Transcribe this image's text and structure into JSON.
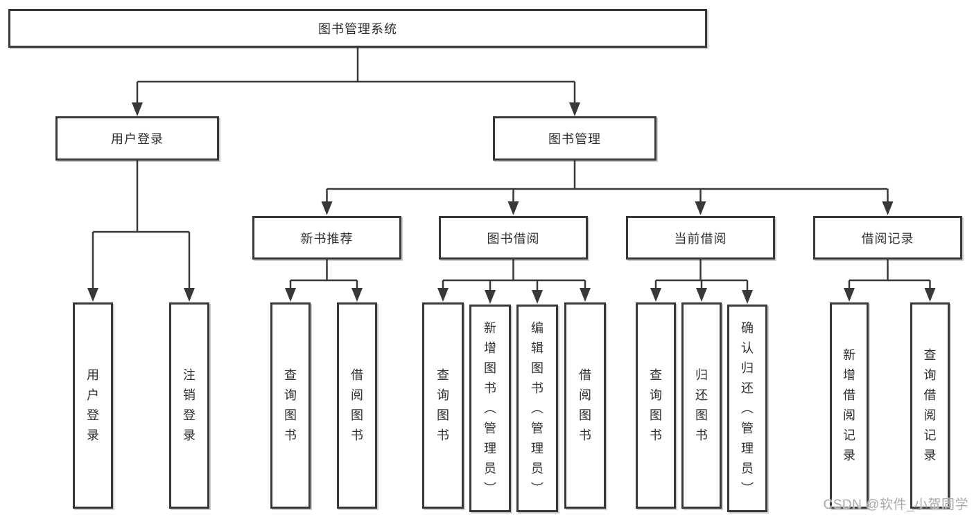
{
  "diagram": {
    "root": {
      "label": "图书管理系统"
    },
    "branches": [
      {
        "label": "用户登录",
        "children": [
          {
            "label": "用户登录"
          },
          {
            "label": "注销登录"
          }
        ]
      },
      {
        "label": "图书管理",
        "children": [
          {
            "label": "新书推荐",
            "children": [
              {
                "label": "查询图书"
              },
              {
                "label": "借阅图书"
              }
            ]
          },
          {
            "label": "图书借阅",
            "children": [
              {
                "label": "查询图书"
              },
              {
                "label": "新增图书（管理员）"
              },
              {
                "label": "编辑图书（管理员）"
              },
              {
                "label": "借阅图书"
              }
            ]
          },
          {
            "label": "当前借阅",
            "children": [
              {
                "label": "查询图书"
              },
              {
                "label": "归还图书"
              },
              {
                "label": "确认归还（管理员）"
              }
            ]
          },
          {
            "label": "借阅记录",
            "children": [
              {
                "label": "新增借阅记录"
              },
              {
                "label": "查询借阅记录"
              }
            ]
          }
        ]
      }
    ]
  },
  "watermark": {
    "text": "CSDN @软件_小贺同学"
  },
  "colors": {
    "line": "#383838",
    "box_border": "#383838",
    "box_fill": "#ffffff",
    "text": "#2f2f2f",
    "watermark": "#a8a8a8",
    "background": "#ffffff"
  }
}
